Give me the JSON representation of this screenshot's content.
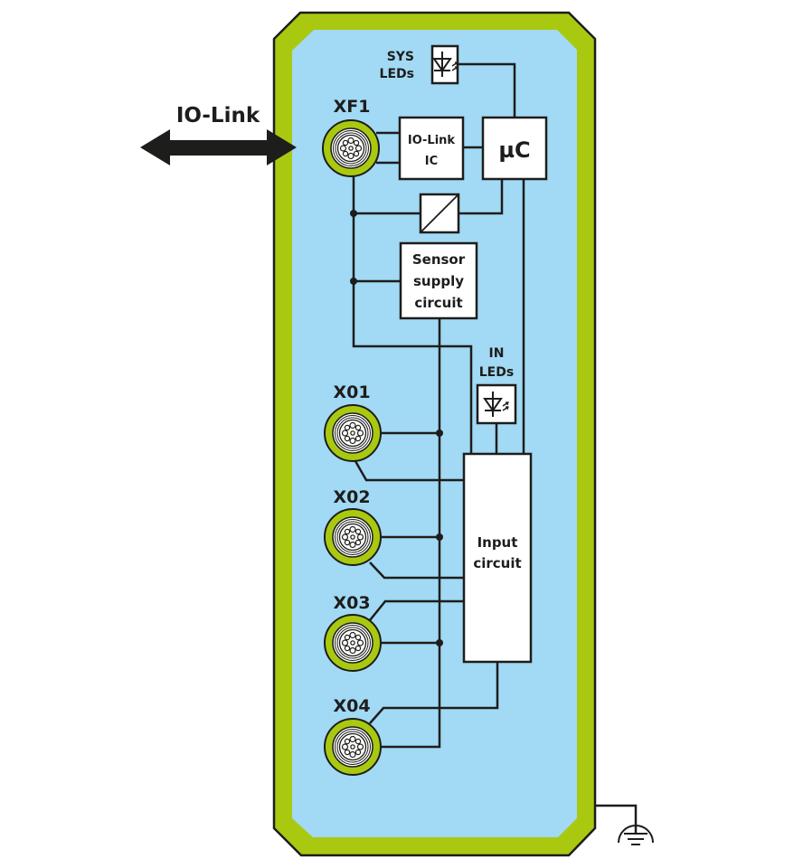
{
  "diagram": {
    "title": "IO-Link input module block diagram",
    "colors": {
      "housing_frame": "#a9c911",
      "housing_fill": "#a2d9f4",
      "outline": "#1d1d1b",
      "box_fill": "#ffffff"
    },
    "external": {
      "io_link_label": "IO-Link",
      "io_link_arrow": "double-arrow-icon",
      "ground_symbol": "ground-icon"
    },
    "blocks": {
      "sys_leds_label_line1": "SYS",
      "sys_leds_label_line2": "LEDs",
      "io_link_ic_line1": "IO-Link",
      "io_link_ic_line2": "IC",
      "microcontroller": "µC",
      "converter": "dc-dc-converter-icon",
      "sensor_supply_line1": "Sensor",
      "sensor_supply_line2": "supply",
      "sensor_supply_line3": "circuit",
      "in_leds_label_line1": "IN",
      "in_leds_label_line2": "LEDs",
      "input_circuit_line1": "Input",
      "input_circuit_line2": "circuit"
    },
    "connectors": [
      {
        "id": "XF1",
        "label": "XF1"
      },
      {
        "id": "X01",
        "label": "X01"
      },
      {
        "id": "X02",
        "label": "X02"
      },
      {
        "id": "X03",
        "label": "X03"
      },
      {
        "id": "X04",
        "label": "X04"
      }
    ]
  }
}
